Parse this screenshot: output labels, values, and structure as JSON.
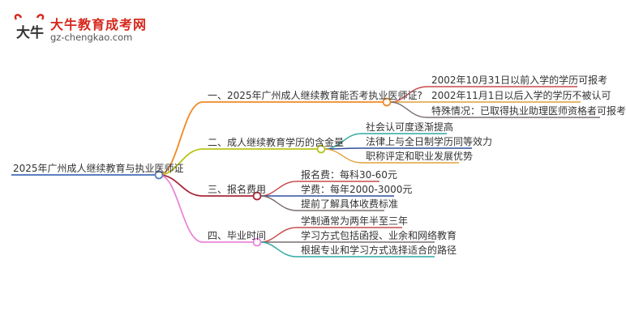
{
  "brand": {
    "logo_text": "大牛",
    "title": "大牛教育成考网",
    "url": "gz-chengkao.com"
  },
  "colors": {
    "root": "#5b7fc0",
    "branch1": "#f08a24",
    "branch2": "#b8c41a",
    "branch3": "#a8283a",
    "branch4": "#e986d8",
    "leaf_a": "#c94a4a",
    "leaf_b": "#7a6e6e",
    "leaf_c": "#e0a13a",
    "leaf_d": "#2e4f9c",
    "leaf_e": "#2fa9a0",
    "brand_red": "#d6281c"
  },
  "root": {
    "label": "2025年广州成人继续教育与执业医师证"
  },
  "branches": [
    {
      "label": "一、2025年广州成人继续教育能否考执业医师证?",
      "children": [
        "2002年10月31日以前入学的学历可报考",
        "2002年11月1日以后入学的学历不被认可",
        "特殊情况：已取得执业助理医师资格者可报考"
      ]
    },
    {
      "label": "二、成人继续教育学历的含金量",
      "children": [
        "社会认可度逐渐提高",
        "法律上与全日制学历同等效力",
        "职称评定和职业发展优势"
      ]
    },
    {
      "label": "三、报名费用",
      "children": [
        "报名费：每科30-60元",
        "学费：每年2000-3000元",
        "提前了解具体收费标准"
      ]
    },
    {
      "label": "四、毕业时间",
      "children": [
        "学制通常为两年半至三年",
        "学习方式包括函授、业余和网络教育",
        "根据专业和学习方式选择适合的路径"
      ]
    }
  ]
}
